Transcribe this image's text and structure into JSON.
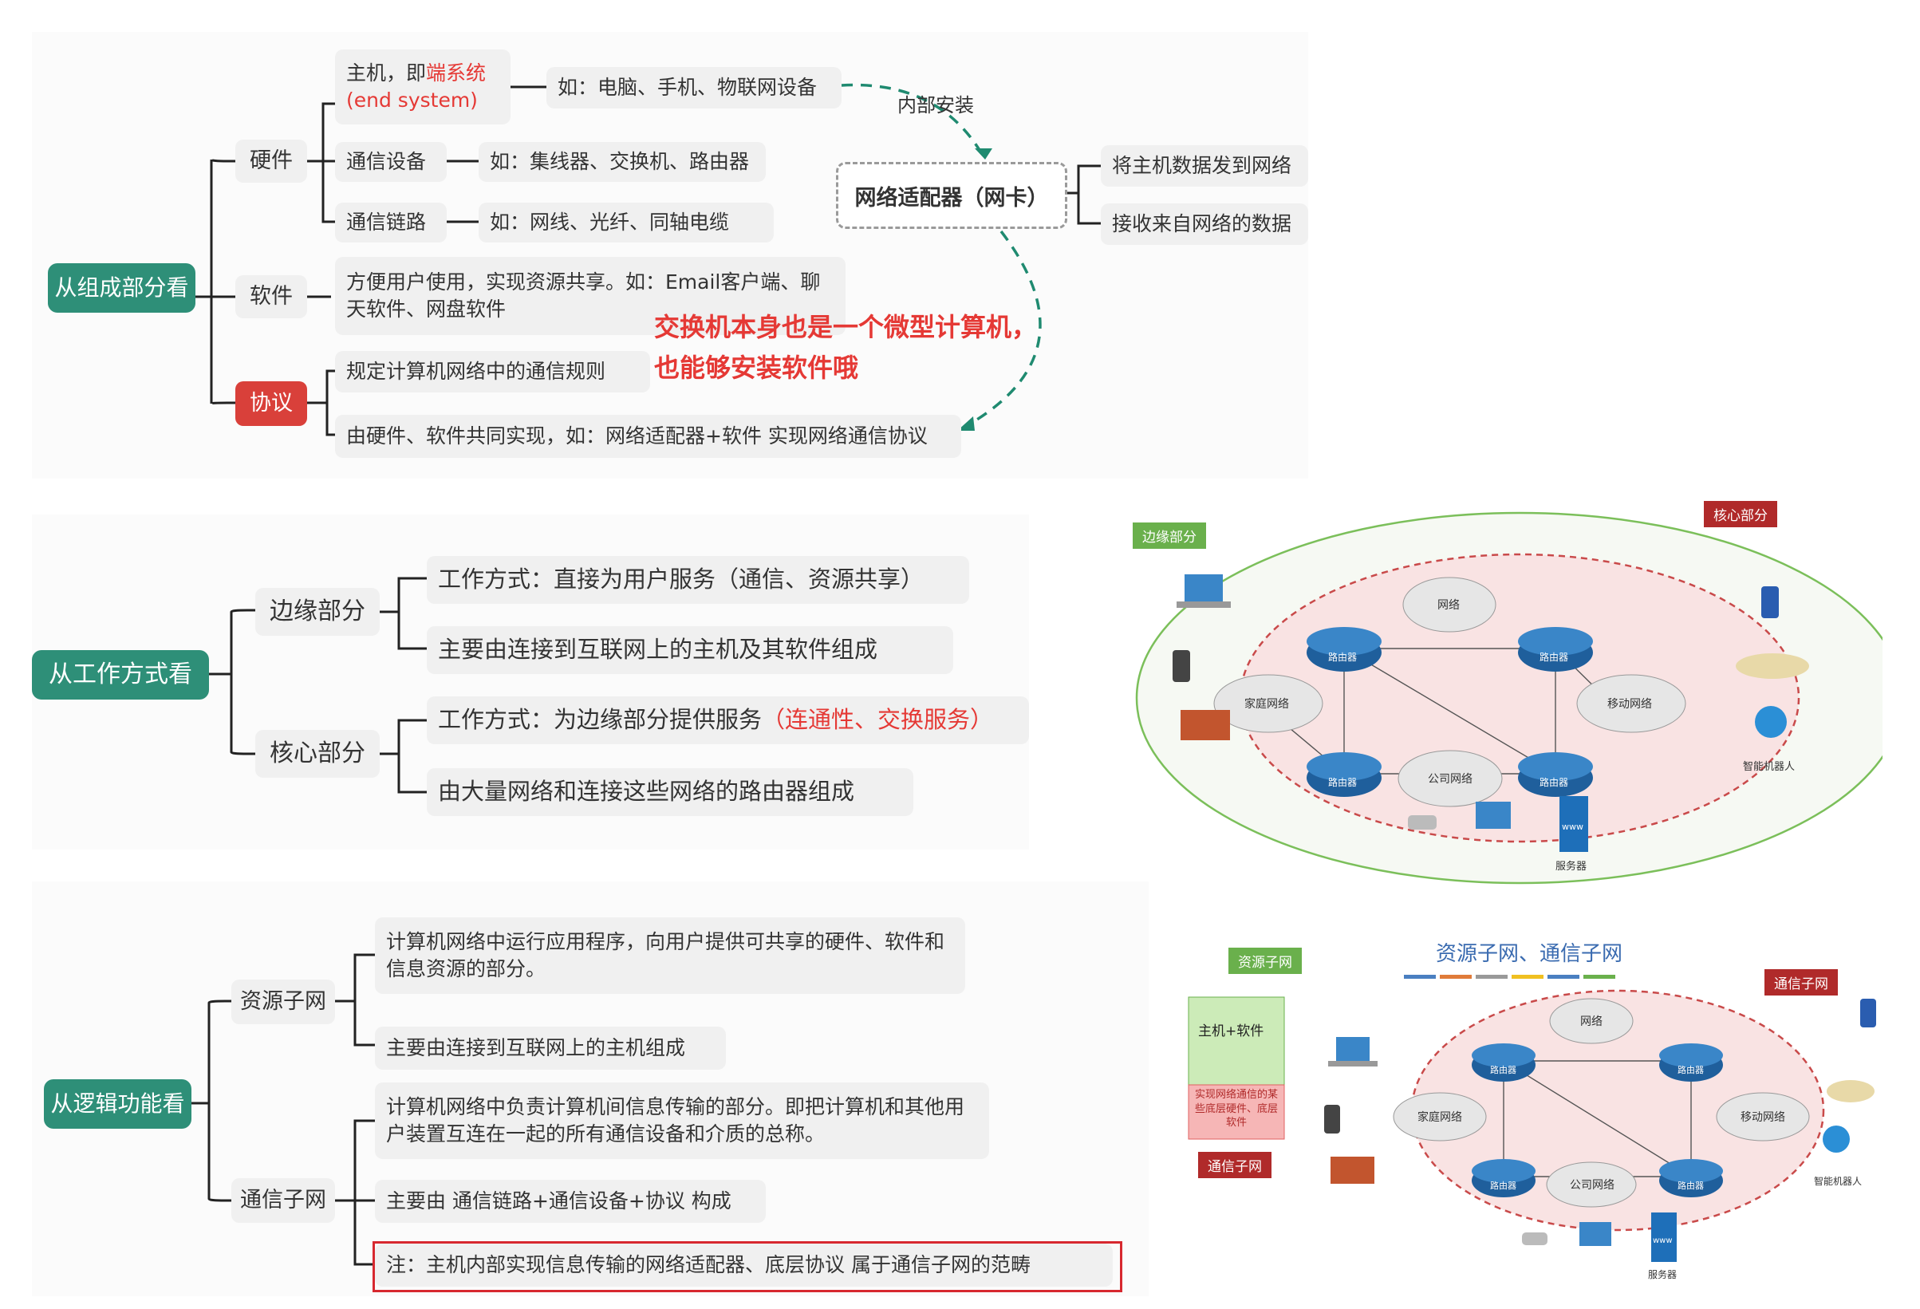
{
  "panel1": {
    "root": "从组成部分看",
    "hardware": "硬件",
    "software": "软件",
    "protocol": "协议",
    "host_prefix": "主机，即",
    "host_red": "端系统",
    "host_line2": "(end system)",
    "host_example": "如：电脑、手机、物联网设备",
    "comm_device": "通信设备",
    "comm_device_example": "如：集线器、交换机、路由器",
    "comm_link": "通信链路",
    "comm_link_example": "如：网线、光纤、同轴电缆",
    "software_desc": "方便用户使用，实现资源共享。如：Email客户端、聊天软件、网盘软件",
    "protocol_rule": "规定计算机网络中的通信规则",
    "protocol_impl": "由硬件、软件共同实现，如：网络适配器+软件 实现网络通信协议",
    "internal_install": "内部安装",
    "adapter": "网络适配器（网卡）",
    "adapter_send": "将主机数据发到网络",
    "adapter_recv": "接收来自网络的数据",
    "switch_note_1": "交换机本身也是一个微型计算机，",
    "switch_note_2": "也能够安装软件哦"
  },
  "panel2": {
    "root": "从工作方式看",
    "edge": "边缘部分",
    "core": "核心部分",
    "edge_mode": "工作方式：直接为用户服务（通信、资源共享）",
    "edge_comp": "主要由连接到互联网上的主机及其软件组成",
    "core_mode_prefix": "工作方式：为边缘部分提供服务",
    "core_mode_red": "（连通性、交换服务）",
    "core_comp": "由大量网络和连接这些网络的路由器组成"
  },
  "panel3": {
    "root": "从逻辑功能看",
    "resource": "资源子网",
    "comm": "通信子网",
    "resource_def": "计算机网络中运行应用程序，向用户提供可共享的硬件、软件和信息资源的部分。",
    "resource_comp": "主要由连接到互联网上的主机组成",
    "comm_def": "计算机网络中负责计算机间信息传输的部分。即把计算机和其他用户装置互连在一起的所有通信设备和介质的总称。",
    "comm_comp": "主要由 通信链路+通信设备+协议 构成",
    "comm_note": "注：主机内部实现信息传输的网络适配器、底层协议 属于通信子网的范畴"
  },
  "diagram1": {
    "edge_callout": "边缘部分",
    "core_callout": "核心部分",
    "network": "网络",
    "router": "路由器",
    "home_net": "家庭网络",
    "mobile_net": "移动网络",
    "company_net": "公司网络",
    "robot": "智能机器人",
    "server": "服务器",
    "www": "www"
  },
  "diagram2": {
    "title": "资源子网、通信子网",
    "resource_callout": "资源子网",
    "comm_callout": "通信子网",
    "host_software": "主机+软件",
    "host_hw_note": "实现网络通信的某些底层硬件、底层软件",
    "comm_label": "通信子网",
    "network": "网络",
    "router": "路由器",
    "home_net": "家庭网络",
    "mobile_net": "移动网络",
    "company_net": "公司网络",
    "robot": "智能机器人",
    "server": "服务器",
    "www": "www"
  },
  "colors": {
    "root_green": "#2e8f78",
    "protocol_red": "#d9403a",
    "highlight_red": "#e53935",
    "teal_dash": "#1f8a70"
  }
}
